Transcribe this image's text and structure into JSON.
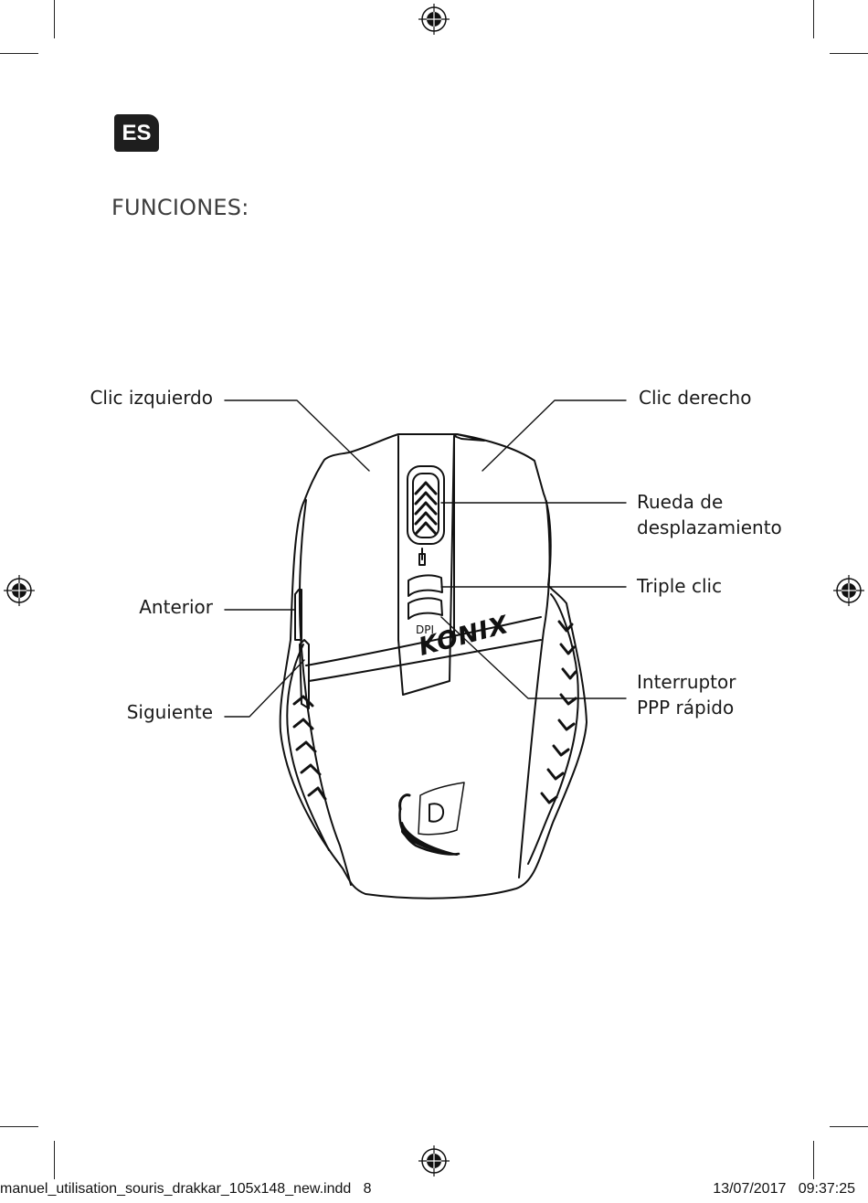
{
  "page": {
    "language_badge": "ES",
    "section_title": "FUNCIONES:"
  },
  "callouts": {
    "left_click": "Clic izquierdo",
    "right_click": "Clic derecho",
    "scroll_wheel_line1": "Rueda de",
    "scroll_wheel_line2": "desplazamiento",
    "triple_click": "Triple clic",
    "back": "Anterior",
    "forward": "Siguiente",
    "dpi_switch_line1": "Interruptor",
    "dpi_switch_line2": "PPP rápido"
  },
  "mouse": {
    "brand": "KONIX",
    "dpi_label": "DPI"
  },
  "footer": {
    "filename": "manuel_utilisation_souris_drakkar_105x148_new.indd   8",
    "timestamp": "13/07/2017   09:37:25"
  }
}
